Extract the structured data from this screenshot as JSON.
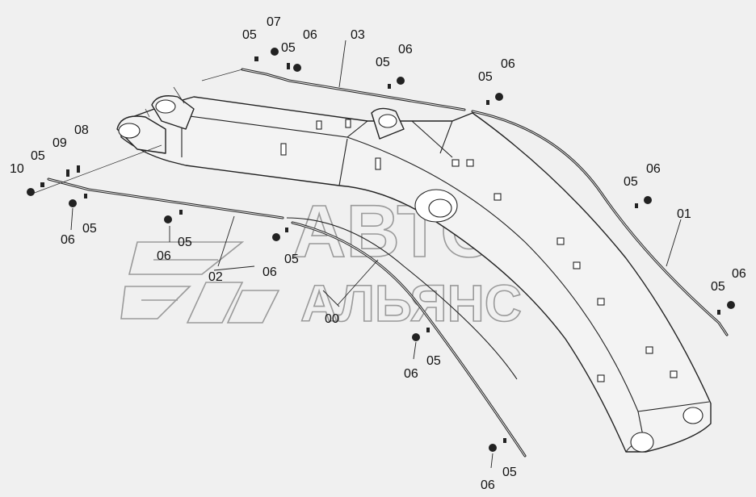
{
  "watermark": {
    "line1": "АВТО",
    "line2": "АЛЬЯНС"
  },
  "callouts": {
    "c00": "00",
    "c01": "01",
    "c02": "02",
    "c03": "03",
    "c05": "05",
    "c06": "06",
    "c07": "07",
    "c08": "08",
    "c09": "09",
    "c10": "10"
  }
}
